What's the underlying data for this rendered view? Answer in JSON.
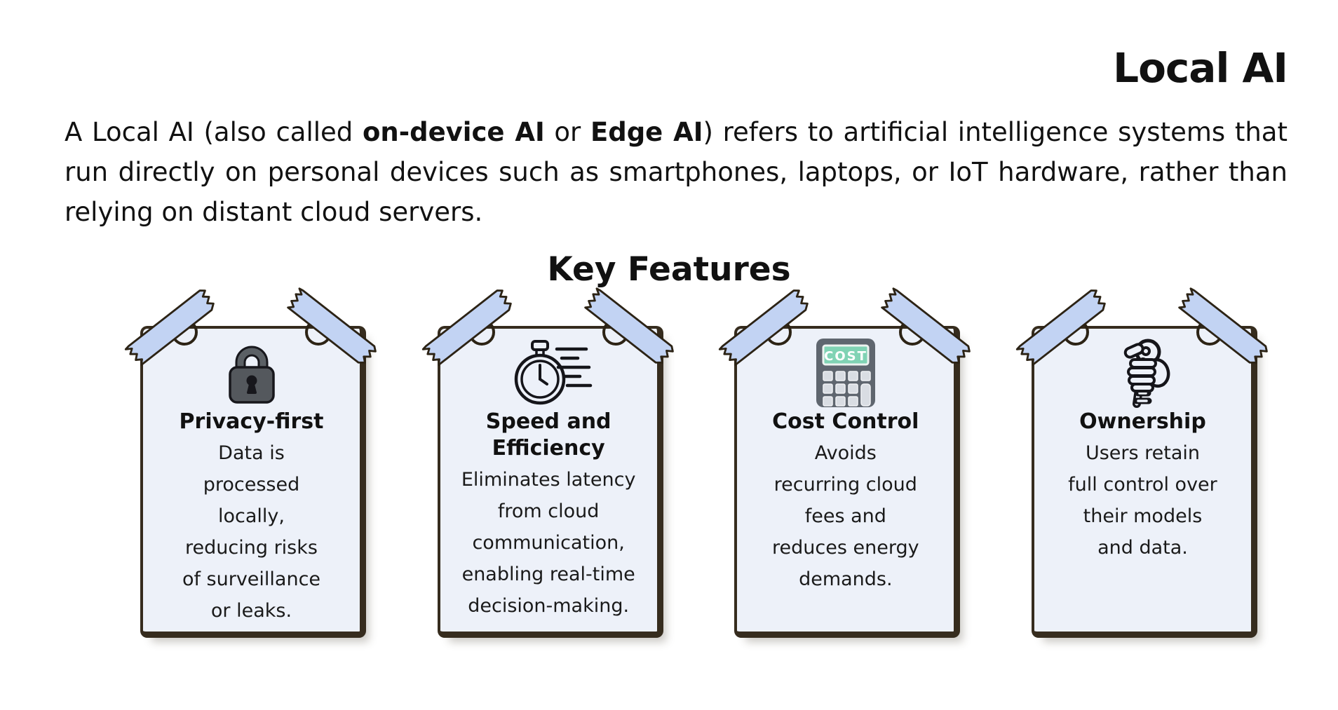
{
  "page": {
    "title": "Local AI",
    "intro": {
      "pre": "A Local AI (also called ",
      "bold1": "on-device AI",
      "mid": " or ",
      "bold2": "Edge AI",
      "post": ") refers to artificial intelligence systems that run directly on personal devices such as smartphones, laptops, or IoT hardware, rather than relying on distant cloud servers."
    },
    "section_heading": "Key Features"
  },
  "features": [
    {
      "icon": "lock-icon",
      "title": "Privacy-first",
      "description": "Data is\nprocessed\nlocally,\nreducing risks\nof surveillance\nor leaks."
    },
    {
      "icon": "stopwatch-icon",
      "title": "Speed and\nEfficiency",
      "description": "Eliminates latency\nfrom cloud\ncommunication,\nenabling real-time\ndecision-making."
    },
    {
      "icon": "cost-calculator-icon",
      "title": "Cost Control",
      "description": "Avoids\nrecurring cloud\nfees and\nreduces energy\ndemands.",
      "display_label": "COST"
    },
    {
      "icon": "hand-key-icon",
      "title": "Ownership",
      "description": "Users retain\nfull control over\ntheir models\nand data."
    }
  ],
  "colors": {
    "page_background": "#ffffff",
    "text": "#111111",
    "card_background": "#edf1f9",
    "card_border": "#362c1e",
    "tape_fill": "#c2d3f3",
    "tape_outline": "#2c2315",
    "lock_gray": "#54585d",
    "calculator_body": "#5f666f",
    "calculator_display": "#80d3b4",
    "calculator_buttons": "#d9dde3"
  }
}
